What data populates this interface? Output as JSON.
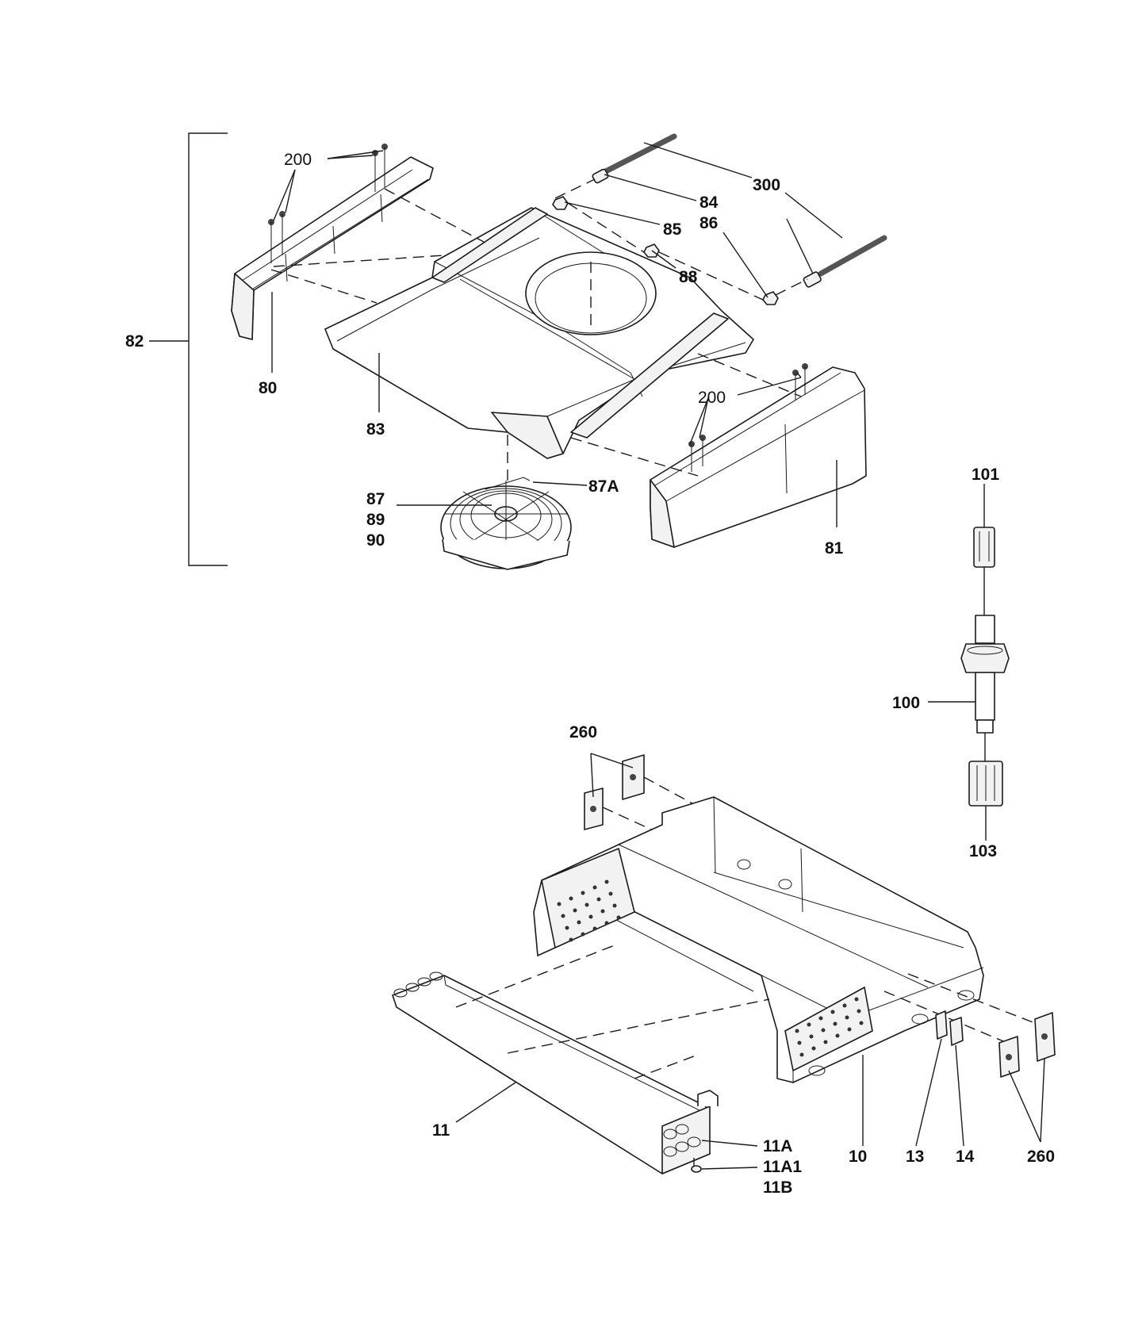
{
  "callouts": {
    "c82": "82",
    "c200_top": "200",
    "c300": "300",
    "c84": "84",
    "c86": "86",
    "c85": "85",
    "c88": "88",
    "c80": "80",
    "c83": "83",
    "c200_right": "200",
    "c87A": "87A",
    "c87": "87",
    "c89": "89",
    "c90": "90",
    "c81": "81",
    "c101": "101",
    "c100": "100",
    "c103": "103",
    "c260_top": "260",
    "c260_bottom": "260",
    "c11": "11",
    "c11A": "11A",
    "c11A1": "11A1",
    "c11B": "11B",
    "c10": "10",
    "c13": "13",
    "c14": "14"
  },
  "icons": {
    "fan": "fan-icon",
    "connector": "connector-icon",
    "coil": "coil-icon"
  }
}
